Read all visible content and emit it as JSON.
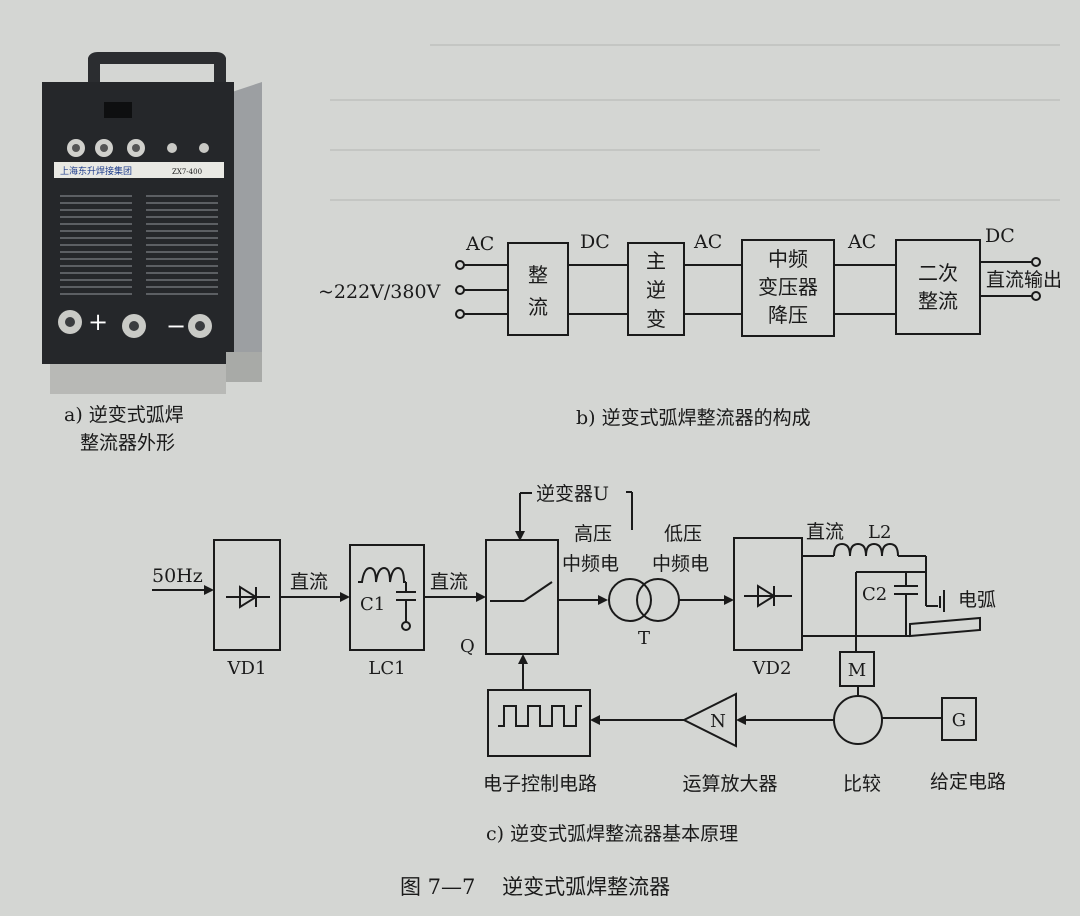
{
  "photo": {
    "caption_line1": "a) 逆变式弧焊",
    "caption_line2": "整流器外形",
    "brand_text": "上海东升焊接集团",
    "model_text": "ZX7-400",
    "plus_sign": "+",
    "minus_sign": "−"
  },
  "diagram_b": {
    "input_voltage": "~222V/380V",
    "label_ac1": "AC",
    "label_dc1": "DC",
    "label_ac2": "AC",
    "label_ac3": "AC",
    "label_dc2": "DC",
    "block1": [
      "整",
      "流"
    ],
    "block2": [
      "主",
      "逆",
      "变"
    ],
    "block3": [
      "中频",
      "变压器",
      "降压"
    ],
    "block4": [
      "二次",
      "整流"
    ],
    "output_label": "直流输出",
    "caption": "b) 逆变式弧焊整流器的构成"
  },
  "diagram_c": {
    "input_label": "50Hz",
    "arrow_label1": "直流",
    "arrow_label2": "直流",
    "vd1": "VD1",
    "lc1": "LC1",
    "c1": "C1",
    "inverter_label": "逆变器U",
    "q_label": "Q",
    "hv_label_line1": "高压",
    "hv_label_line2": "中频电",
    "lv_label_line1": "低压",
    "lv_label_line2": "中频电",
    "t_label": "T",
    "vd2": "VD2",
    "dc_label": "直流",
    "l2": "L2",
    "c2": "C2",
    "arc_label": "电弧",
    "m_label": "M",
    "n_label": "N",
    "g_label": "G",
    "ctrl_caption": "电子控制电路",
    "amp_caption": "运算放大器",
    "compare_caption": "比较",
    "given_caption": "给定电路",
    "caption": "c) 逆变式弧焊整流器基本原理"
  },
  "figure_title": "图 7—7    逆变式弧焊整流器",
  "colors": {
    "paper": "#d4d6d3",
    "ink": "#1a1a1a",
    "machine_body": "#2a2c2f",
    "machine_base": "#b8b9b6"
  }
}
